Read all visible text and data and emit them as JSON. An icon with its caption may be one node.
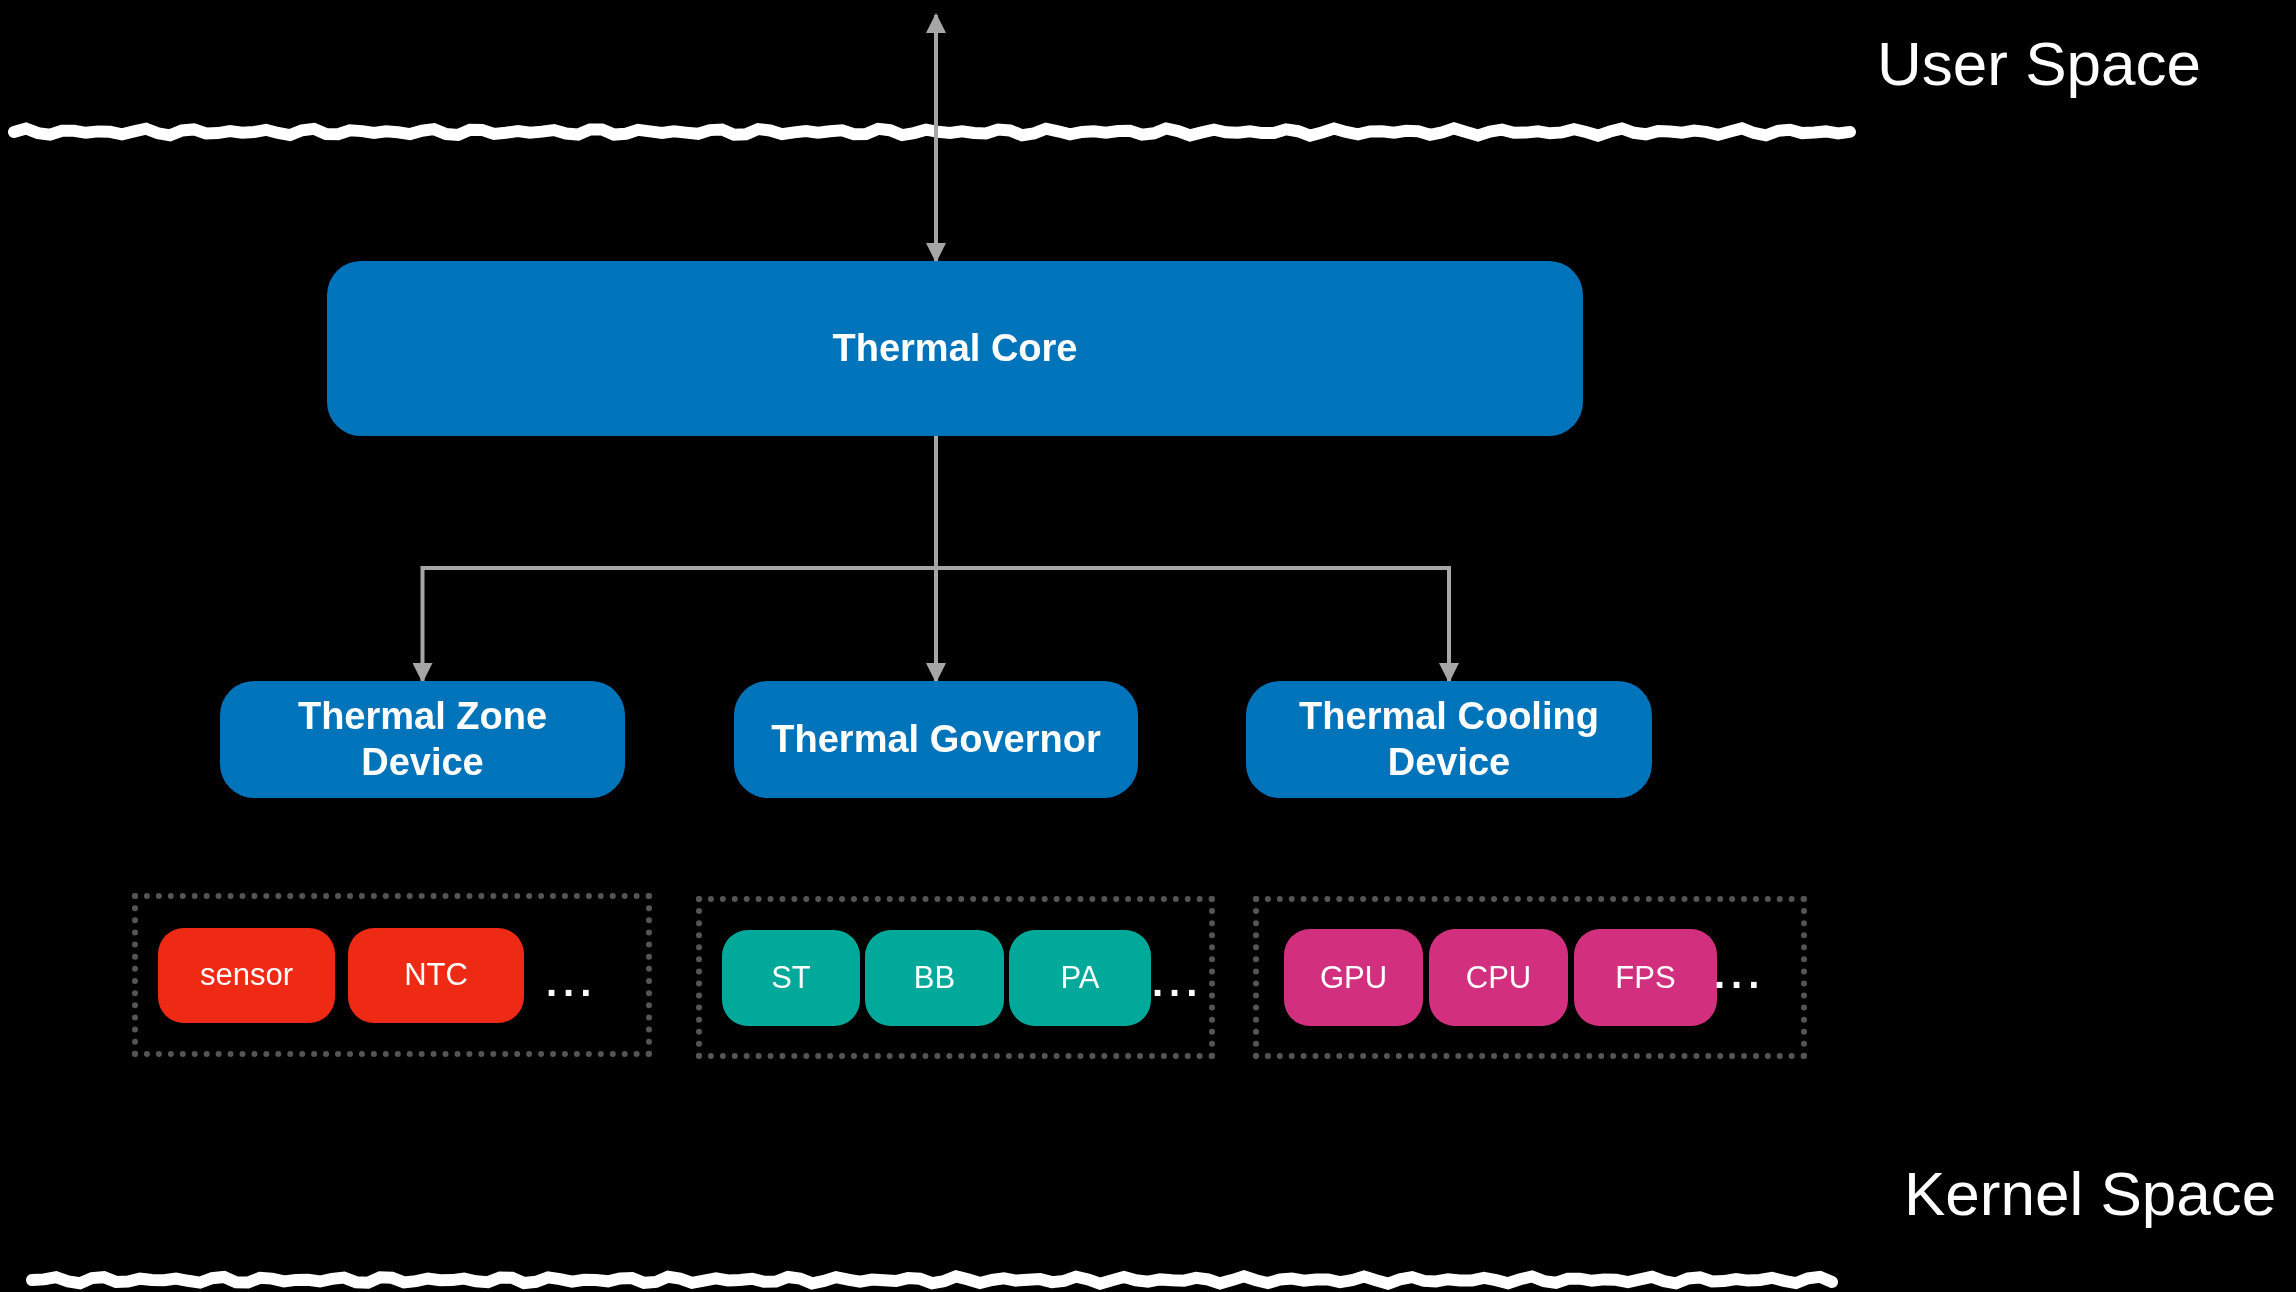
{
  "diagram": {
    "nodes": [
      {
        "text": [
          "Thermal Core"
        ]
      },
      {
        "text": [
          "Thermal Zone Device"
        ]
      },
      {
        "text": [
          "Thermal Governor"
        ]
      },
      {
        "text": [
          "Thermal Cooling Device"
        ]
      },
      {
        "text": [],
        "shape": "box"
      },
      {
        "text": [
          "sensor"
        ],
        "in": 4
      },
      {
        "text": [
          "NTC"
        ],
        "in": 4
      },
      {
        "text": [],
        "shape": "box"
      },
      {
        "text": [
          "ST"
        ],
        "in": 7
      },
      {
        "text": [
          "BB"
        ],
        "in": 7
      },
      {
        "text": [
          "PA"
        ],
        "in": 7
      },
      {
        "text": [],
        "shape": "box"
      },
      {
        "text": [
          "GPU"
        ],
        "in": 11
      },
      {
        "text": [
          "CPU"
        ],
        "in": 11
      },
      {
        "text": [
          "FPS"
        ],
        "in": 11
      }
    ],
    "edges": [
      {
        "from": null,
        "to": 0,
        "arrow": "both"
      },
      {
        "from": 0,
        "to": 1,
        "arrow": "to"
      },
      {
        "from": 0,
        "to": 2,
        "arrow": "to"
      },
      {
        "from": 0,
        "to": 3,
        "arrow": "to"
      }
    ],
    "labels": [
      "User Space",
      "...",
      "...",
      "...",
      "Kernel Space"
    ]
  }
}
